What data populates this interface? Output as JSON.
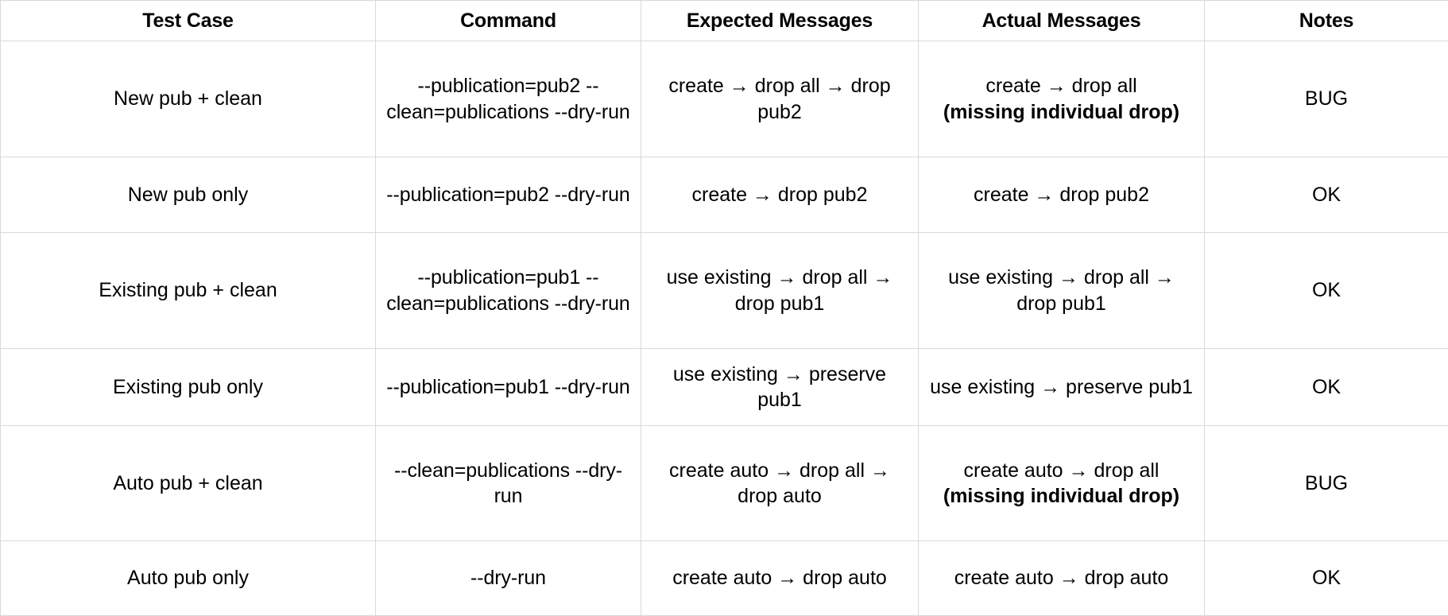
{
  "table": {
    "columns": [
      {
        "key": "test_case",
        "label": "Test Case"
      },
      {
        "key": "command",
        "label": "Command"
      },
      {
        "key": "expected",
        "label": "Expected Messages"
      },
      {
        "key": "actual",
        "label": "Actual Messages"
      },
      {
        "key": "notes",
        "label": "Notes"
      }
    ],
    "arrow_glyph": "→",
    "status_colors": {
      "bug": "#000000",
      "ok": "#000000",
      "border": "#d9d9d9",
      "background": "#ffffff",
      "text": "#000000"
    },
    "rows": [
      {
        "test_case": "New pub + clean",
        "command": "--publication=pub2 --clean=publications --dry-run",
        "expected": "create → drop all → drop pub2",
        "actual_main": "create → drop all",
        "actual_bold": "(missing individual drop)",
        "notes": "BUG"
      },
      {
        "test_case": "New pub only",
        "command": "--publication=pub2 --dry-run",
        "expected": "create → drop pub2",
        "actual_main": "create → drop pub2",
        "actual_bold": "",
        "notes": "OK"
      },
      {
        "test_case": "Existing pub + clean",
        "command": "--publication=pub1 --clean=publications --dry-run",
        "expected": "use existing → drop all → drop pub1",
        "actual_main": "use existing → drop all → drop pub1",
        "actual_bold": "",
        "notes": "OK"
      },
      {
        "test_case": "Existing pub only",
        "command": "--publication=pub1 --dry-run",
        "expected": "use existing → preserve pub1",
        "actual_main": "use existing → preserve pub1",
        "actual_bold": "",
        "notes": "OK"
      },
      {
        "test_case": "Auto pub + clean",
        "command": "--clean=publications --dry-run",
        "expected": "create auto → drop all → drop auto",
        "actual_main": "create auto → drop all",
        "actual_bold": "(missing individual drop)",
        "notes": "BUG"
      },
      {
        "test_case": "Auto pub only",
        "command": "--dry-run",
        "expected": "create auto → drop auto",
        "actual_main": "create auto → drop auto",
        "actual_bold": "",
        "notes": "OK"
      }
    ]
  }
}
